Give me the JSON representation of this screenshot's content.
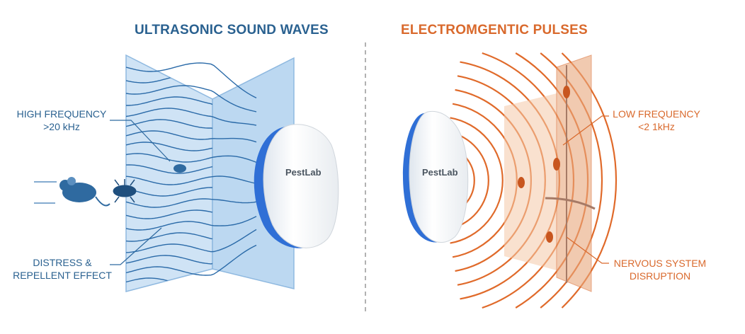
{
  "left": {
    "title": "ULTRASONIC SOUND WAVES",
    "label_top_line1": "HIGH FREQUENCY",
    "label_top_line2": ">20 kHz",
    "label_bottom_line1": "DISTRESS &",
    "label_bottom_line2": "REPELLENT EFFECT",
    "device_brand": "PestLab"
  },
  "right": {
    "title": "ELECTROMGENTIC PULSES",
    "label_top_line1": "LOW FREQUENCY",
    "label_top_line2": "<2 1kHz",
    "label_bottom_line1": "NERVOUS SYSTEM",
    "label_bottom_line2": "DISRUPTION",
    "device_brand": "PestLab"
  },
  "colors": {
    "blue": "#2a6190",
    "orange": "#d9692c",
    "device_glow": "#2f6fd6"
  }
}
